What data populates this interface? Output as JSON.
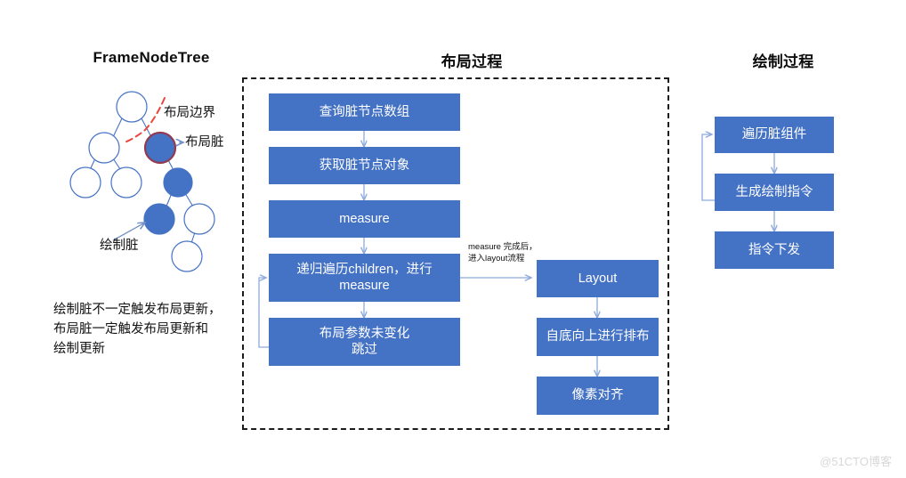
{
  "columns": {
    "frame_node_tree": {
      "title": "FrameNodeTree",
      "labels": {
        "layout_boundary": "布局边界",
        "layout_dirty": "布局脏",
        "paint_dirty": "绘制脏"
      },
      "note": "绘制脏不一定触发布局更新，\n布局脏一定触发布局更新和\n绘制更新"
    },
    "layout_process": {
      "title": "布局过程",
      "annotation": "measure 完成后，\n进入layout流程",
      "steps": [
        {
          "id": "query-dirty-nodes",
          "label": "查询脏节点数组"
        },
        {
          "id": "get-dirty-node-objects",
          "label": "获取脏节点对象"
        },
        {
          "id": "measure",
          "label": "measure"
        },
        {
          "id": "recursive-measure-children",
          "label": "递归遍历children，进行\nmeasure"
        },
        {
          "id": "skip-unchanged-params",
          "label": "布局参数未变化\n跳过"
        }
      ],
      "layout_steps": [
        {
          "id": "layout",
          "label": "Layout"
        },
        {
          "id": "bottom-up-arrange",
          "label": "自底向上进行排布"
        },
        {
          "id": "pixel-align",
          "label": "像素对齐"
        }
      ]
    },
    "draw_process": {
      "title": "绘制过程",
      "steps": [
        {
          "id": "traverse-dirty-components",
          "label": "遍历脏组件"
        },
        {
          "id": "generate-draw-commands",
          "label": "生成绘制指令"
        },
        {
          "id": "dispatch-commands",
          "label": "指令下发"
        }
      ]
    }
  },
  "watermark": "@51CTO博客",
  "colors": {
    "box_fill": "#4472C4",
    "box_text": "#FFFFFF",
    "connector": "#8FAADC",
    "tree_stroke": "#4472C4",
    "tree_node_fill": "#4472C4",
    "dirty_node_border": "#923B4E",
    "boundary_dash": "#E8453C",
    "dashed_container": "#1C1C1C"
  }
}
